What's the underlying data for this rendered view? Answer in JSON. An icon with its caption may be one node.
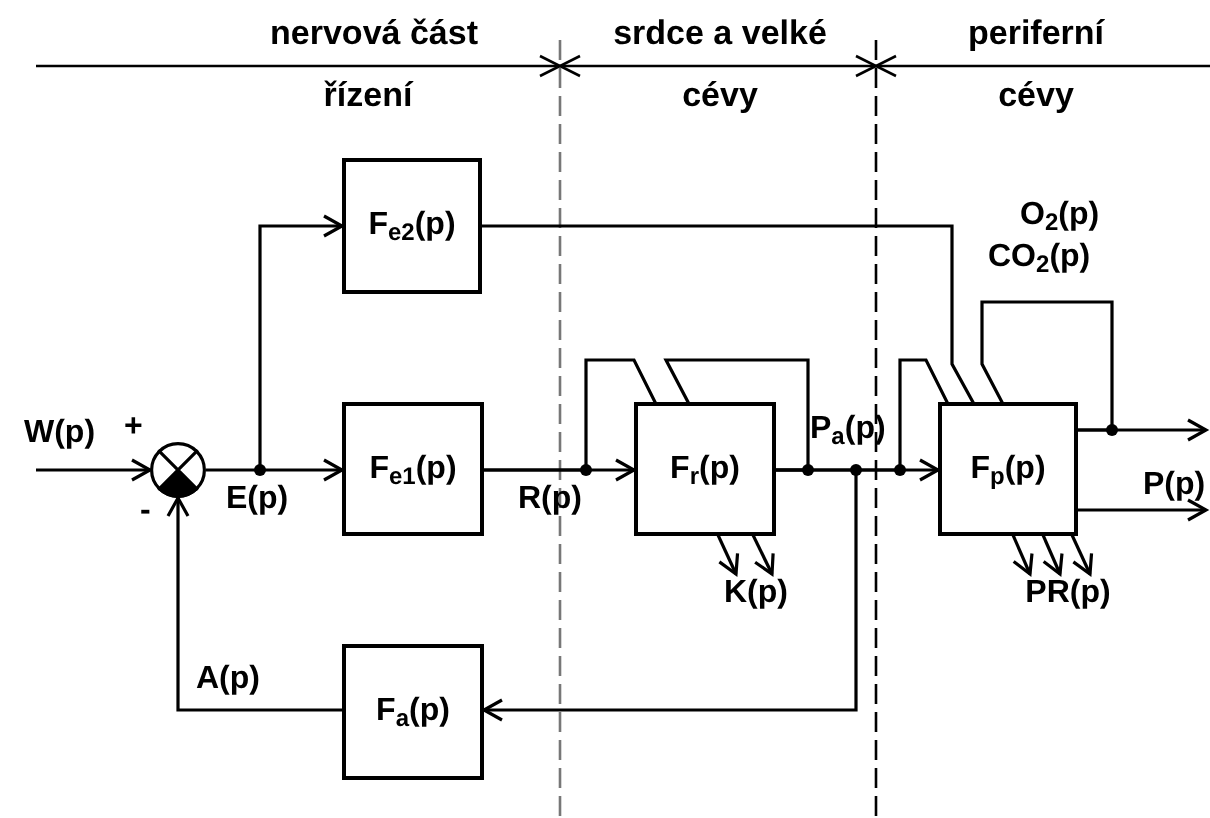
{
  "diagram": {
    "nodes": [
      {
        "text": [],
        "shape": "circle"
      },
      {
        "text": [
          "F$_{e2}$(p)"
        ]
      },
      {
        "text": [
          "F$_{e1}$(p)"
        ]
      },
      {
        "text": [
          "F$_{r}$(p)"
        ]
      },
      {
        "text": [
          "F$_{p}$(p)"
        ]
      },
      {
        "text": [
          "F$_{a}$(p)"
        ]
      },
      {
        "text": [
          "K(p)"
        ]
      },
      {
        "text": [
          "PR(p)"
        ]
      },
      {
        "text": [
          "P(p)"
        ]
      }
    ],
    "edges": [
      {
        "from": null,
        "to": 0,
        "arrow": "to"
      },
      {
        "from": 0,
        "to": 2,
        "arrow": "to"
      },
      {
        "from": 0,
        "to": 1,
        "arrow": "to"
      },
      {
        "from": 2,
        "to": 3,
        "arrow": "to"
      },
      {
        "from": 2,
        "to": 3,
        "arrow": "none"
      },
      {
        "from": 3,
        "to": 3,
        "arrow": "none"
      },
      {
        "from": 3,
        "to": 4,
        "arrow": "to"
      },
      {
        "from": 3,
        "to": 5,
        "arrow": "to"
      },
      {
        "from": 5,
        "to": 0,
        "arrow": "to"
      },
      {
        "from": 1,
        "to": 4,
        "arrow": "none"
      },
      {
        "from": 3,
        "to": 4,
        "arrow": "none"
      },
      {
        "from": 4,
        "to": 4,
        "arrow": "none"
      },
      {
        "from": 4,
        "to": 8,
        "arrow": "to"
      },
      {
        "from": 4,
        "to": 8,
        "arrow": "to"
      },
      {
        "from": 3,
        "to": 6,
        "arrow": "to"
      },
      {
        "from": 3,
        "to": 6,
        "arrow": "to"
      },
      {
        "from": 4,
        "to": 7,
        "arrow": "to"
      },
      {
        "from": 4,
        "to": 7,
        "arrow": "to"
      },
      {
        "from": 4,
        "to": 7,
        "arrow": "to"
      }
    ],
    "labels": [
      "nervová část",
      "srdce a velké",
      "periferní",
      "řízení",
      "cévy",
      "cévy",
      "W(p)",
      "+",
      "-",
      "E(p)",
      "R(p)",
      "P$_{a}$(p)",
      "O$_{2}$(p)",
      "CO$_{2}$(p)",
      "A(p)"
    ]
  }
}
